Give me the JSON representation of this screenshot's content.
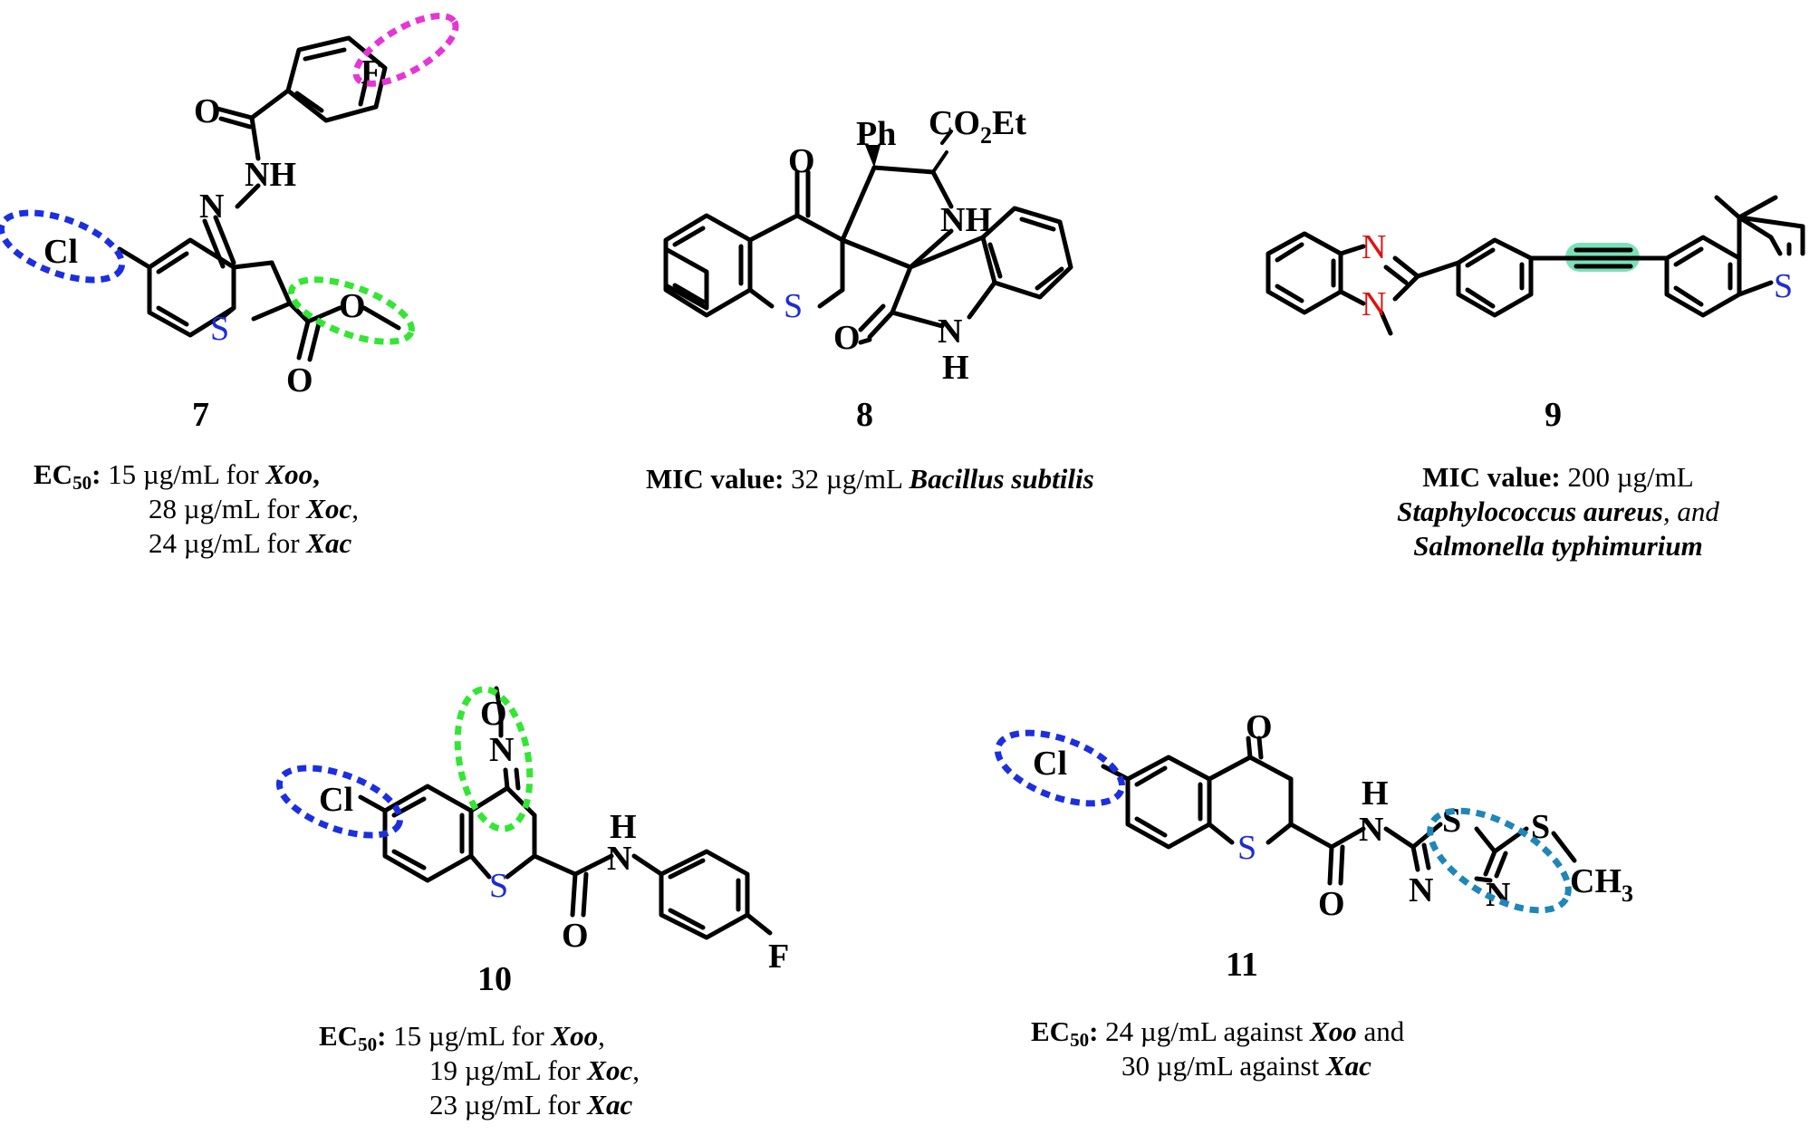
{
  "figure": {
    "compounds": [
      {
        "number": "7",
        "caption_lines": [
          {
            "label": "EC",
            "label_sub": "50",
            "colon": ":",
            "value": " 15 µg/mL for ",
            "organism": "Xoo",
            "tail": ","
          },
          {
            "value": "28 µg/mL for ",
            "organism": "Xoc",
            "tail": ","
          },
          {
            "value": "24 µg/mL for ",
            "organism": "Xac",
            "tail": ""
          }
        ]
      },
      {
        "number": "8",
        "caption_lines": [
          {
            "label": "MIC value:",
            "value": " 32 µg/mL ",
            "organism": "Bacillus subtilis"
          }
        ]
      },
      {
        "number": "9",
        "caption_lines": [
          {
            "label": "MIC value:",
            "value": " 200 µg/mL"
          },
          {
            "organism": "Staphylococcus aureus",
            "tail": ", and"
          },
          {
            "organism": "Salmonella typhimurium"
          }
        ]
      },
      {
        "number": "10",
        "caption_lines": [
          {
            "label": "EC",
            "label_sub": "50",
            "colon": ":",
            "value": " 15 µg/mL for ",
            "organism": "Xoo",
            "tail": ","
          },
          {
            "value": "19 µg/mL for ",
            "organism": "Xoc",
            "tail": ","
          },
          {
            "value": "23 µg/mL for ",
            "organism": "Xac"
          }
        ]
      },
      {
        "number": "11",
        "caption_lines": [
          {
            "label": "EC",
            "label_sub": "50",
            "colon": ":",
            "value": " 24 µg/mL against ",
            "organism": "Xoo",
            "tail": " and"
          },
          {
            "value": "30 µg/mL against ",
            "organism": "Xac"
          }
        ]
      }
    ],
    "atom_labels": {
      "F": "F",
      "O": "O",
      "NH": "NH",
      "N": "N",
      "H": "H",
      "Cl": "Cl",
      "S": "S",
      "Ph": "Ph",
      "CO2Et_a": "CO",
      "CO2Et_sub": "2",
      "CO2Et_b": "Et",
      "CH3_a": "CH",
      "CH3_sub": "3"
    },
    "highlight_colors": {
      "fluoro": "#e635d6",
      "chloro": "#1b2fe0",
      "methoxy": "#33e633",
      "thiomethyl": "#1f86b8",
      "alkyne": "#7be0b8",
      "sulfur": "#1d2bd6",
      "benzimidazole_n": "#e01010"
    }
  }
}
